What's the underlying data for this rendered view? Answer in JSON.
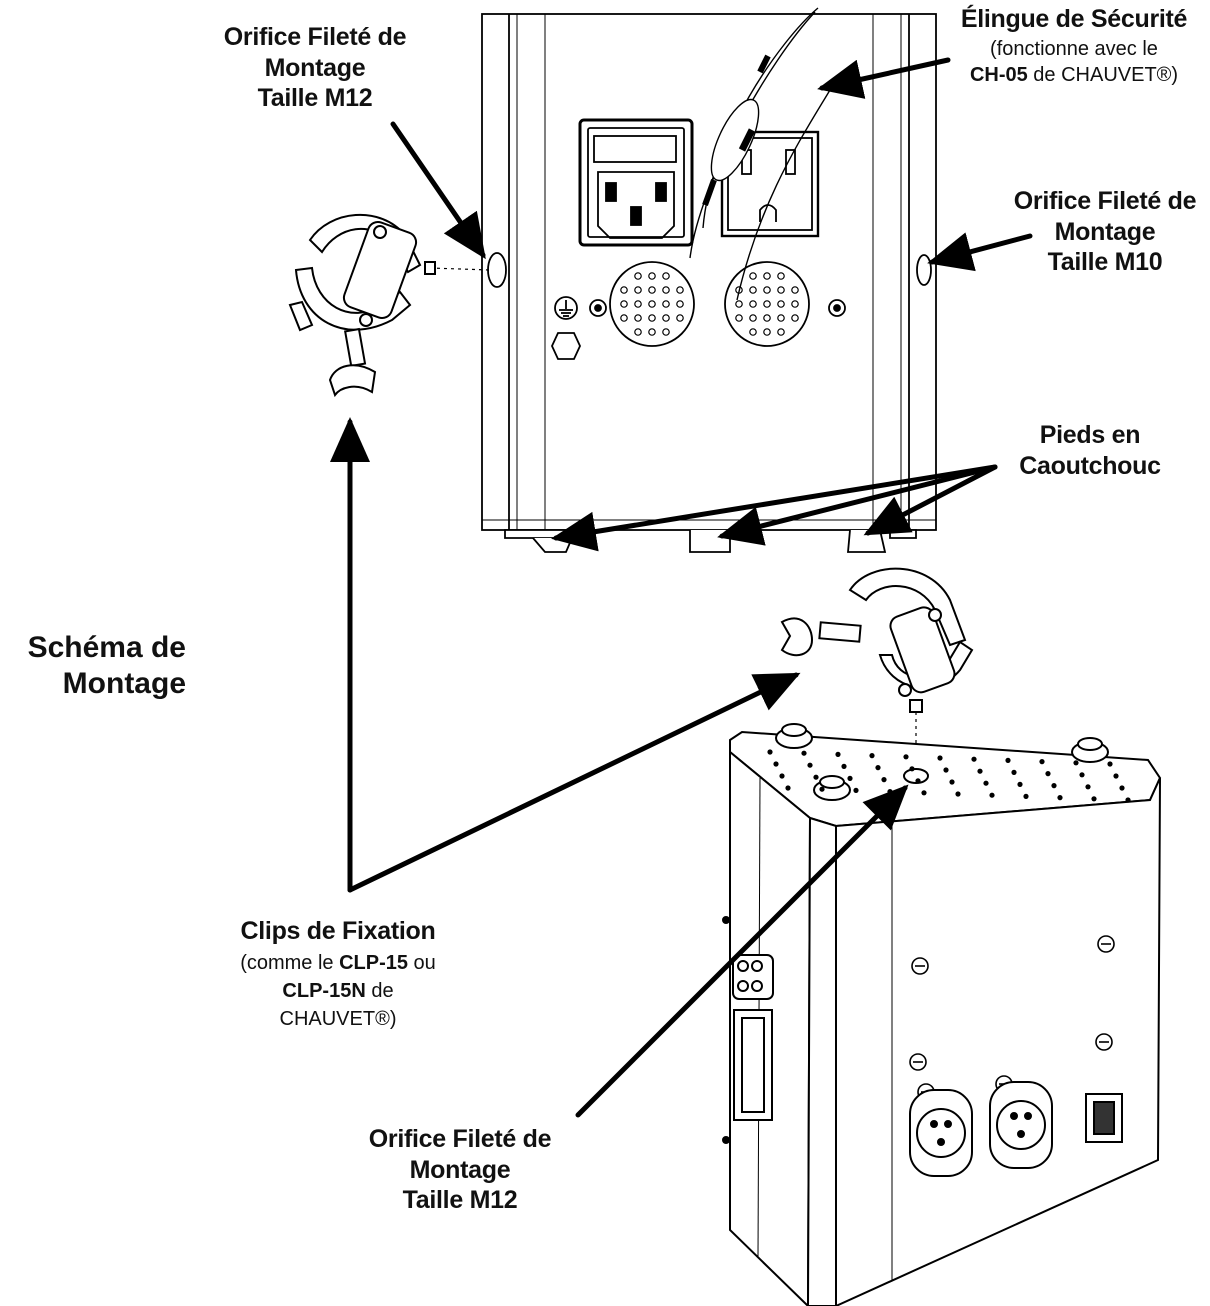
{
  "title": {
    "line1": "Schéma de",
    "line2": "Montage"
  },
  "labels": {
    "top_left_hole": {
      "line1": "Orifice Fileté de",
      "line2": "Montage",
      "line3": "Taille M12"
    },
    "safety_cable": {
      "line1": "Élingue de Sécurité",
      "line2": "(fonctionne avec le",
      "line3_bold": "CH-05",
      "line3_rest": " de CHAUVET®)"
    },
    "right_hole": {
      "line1": "Orifice Fileté de",
      "line2": "Montage",
      "line3": "Taille M10"
    },
    "rubber_feet": {
      "line1": "Pieds en",
      "line2": "Caoutchouc"
    },
    "clamps": {
      "line1": "Clips de Fixation",
      "line2_pre": "(comme le ",
      "line2_bold": "CLP-15",
      "line2_post": " ou",
      "line3_bold": "CLP-15N",
      "line3_post": " de",
      "line4": "CHAUVET®)"
    },
    "bottom_hole": {
      "line1": "Orifice Fileté de",
      "line2": "Montage",
      "line3": "Taille M12"
    }
  }
}
